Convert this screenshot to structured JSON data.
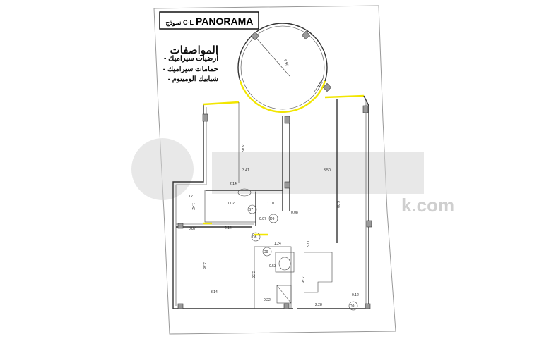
{
  "plan": {
    "title": "PANORAMA",
    "model": "نموذج C-L",
    "specs_heading": "المواصفات",
    "specs": [
      "- أرضيات سيراميك",
      "- حمامات سيراميك",
      "- شبابيك الوميتوم"
    ],
    "dimensions": [
      "3.41",
      "3.50",
      "2.14",
      "3.76",
      "1.12",
      "1.42",
      "0.87",
      "2.14",
      "3.38",
      "3.14",
      "3.38",
      "1.02",
      "1.10",
      "0.07",
      "0.08",
      "0.76",
      "0.12",
      "3.26",
      "2.28",
      "6.00",
      "6.90",
      "8.79",
      "1.24",
      "0.22",
      "0.53"
    ],
    "room_tags": [
      "B7",
      "D9",
      "D8",
      "D9",
      "D9"
    ],
    "highlight_color": "#f2e600",
    "line_color": "#333333"
  }
}
